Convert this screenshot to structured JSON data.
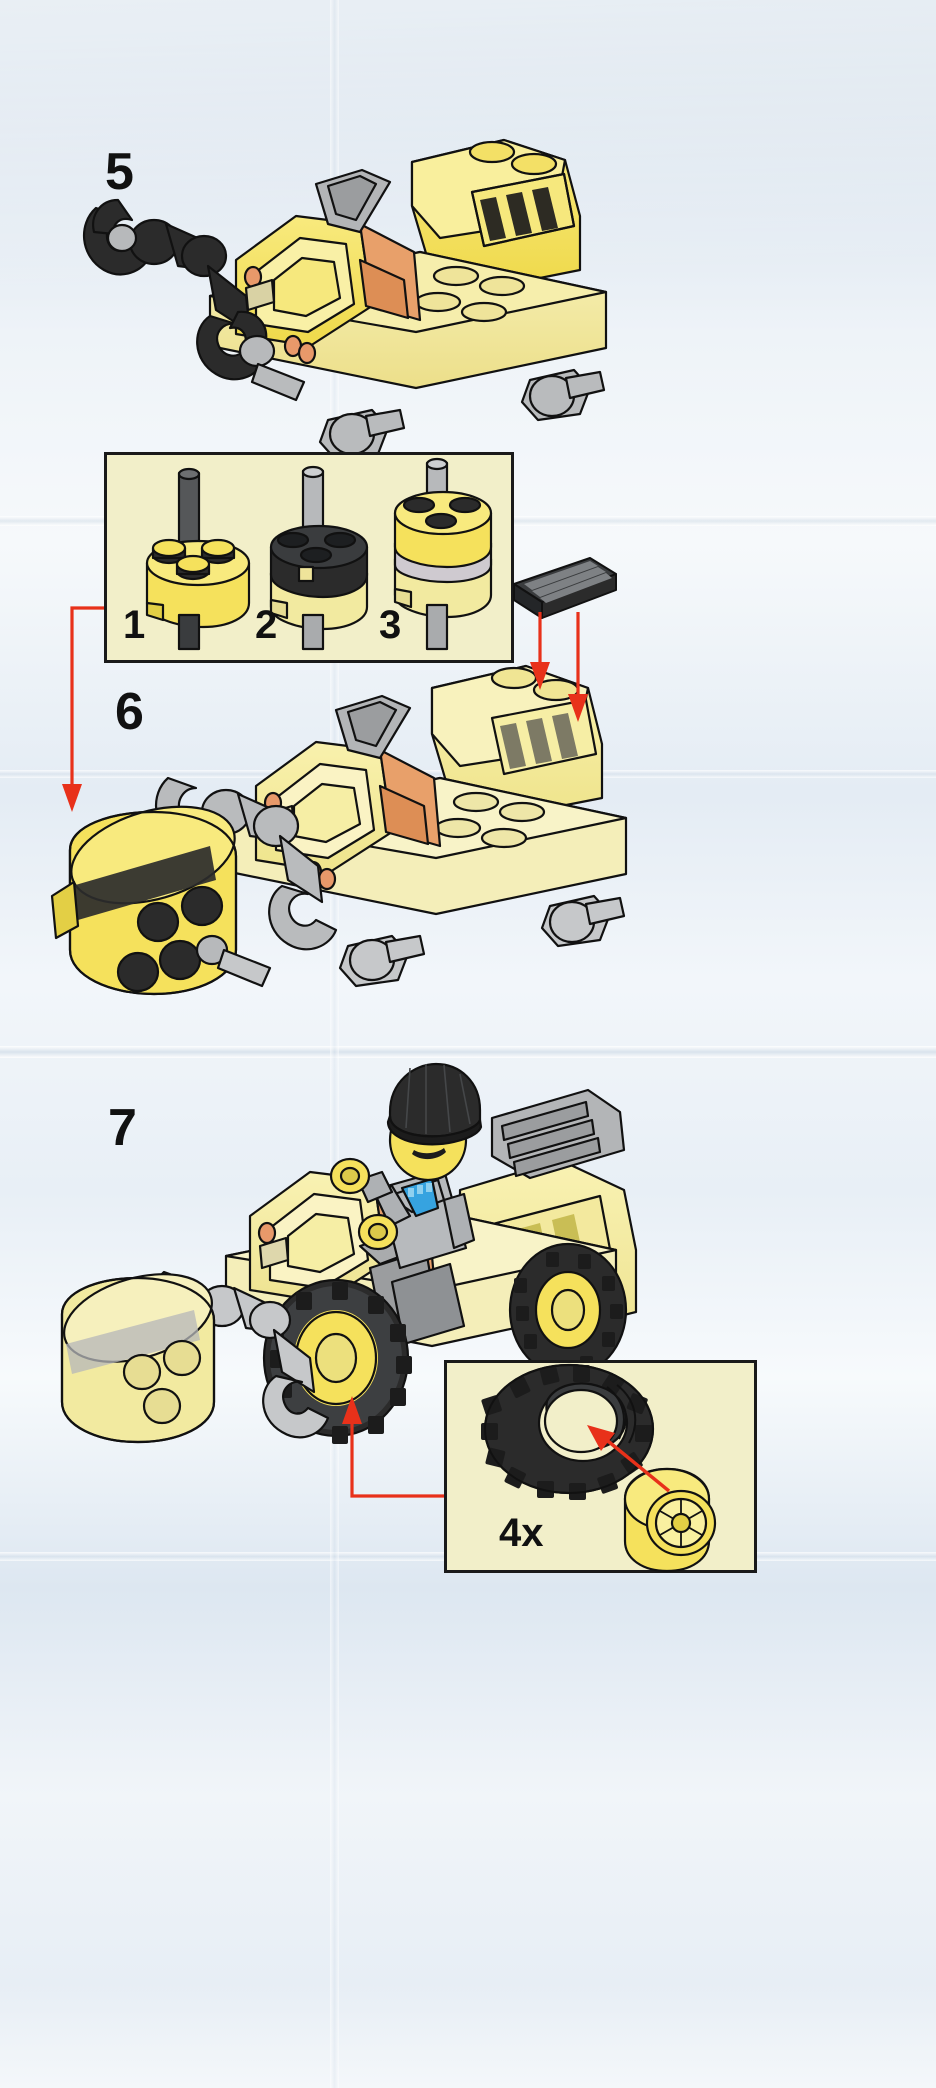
{
  "document": {
    "type": "lego-building-instructions-page",
    "page_background": "#eef3f8",
    "paper_tint": "#f2efc9"
  },
  "steps": [
    {
      "id": "step-5",
      "number": "5",
      "description": "Attach the black grabber claw arm to the front of the yellow construction truck chassis."
    },
    {
      "id": "step-6",
      "number": "6",
      "description": "Build the yellow barrel drum sub-assembly and attach it to the claw arm; add black grille tile to the rear hood."
    },
    {
      "id": "step-7",
      "number": "7",
      "description": "Place the minifigure driver in the cab and add four wheels to the truck."
    }
  ],
  "sub_assembly_box": {
    "label": "sub-assembly-parts-box",
    "items": [
      {
        "number": "1",
        "part": "yellow round 2x2 brick on black axle"
      },
      {
        "number": "2",
        "part": "black round 2x2 plate added on yellow round brick with grey axle"
      },
      {
        "number": "3",
        "part": "completed yellow barrel drum with grey axle"
      }
    ]
  },
  "wheel_callout_box": {
    "label": "wheel-parts-callout",
    "quantity": "4x",
    "parts": [
      "black tire",
      "yellow wheel hub"
    ]
  },
  "extra_part_callout": {
    "label": "black-grille-tile",
    "part": "black 1x4 grille tile"
  },
  "colors": {
    "brick_yellow": "#f5e15c",
    "brick_yellow_light": "#f5efa7",
    "brick_yellow_dark": "#e3cf45",
    "orange": "#e8a06a",
    "grey": "#a9abad",
    "grey_dark": "#7e8184",
    "black": "#2b2b2b",
    "arrow_red": "#e8311a",
    "outline": "#111111",
    "paper": "#f2efc9",
    "blue_collar": "#36a3e0"
  }
}
